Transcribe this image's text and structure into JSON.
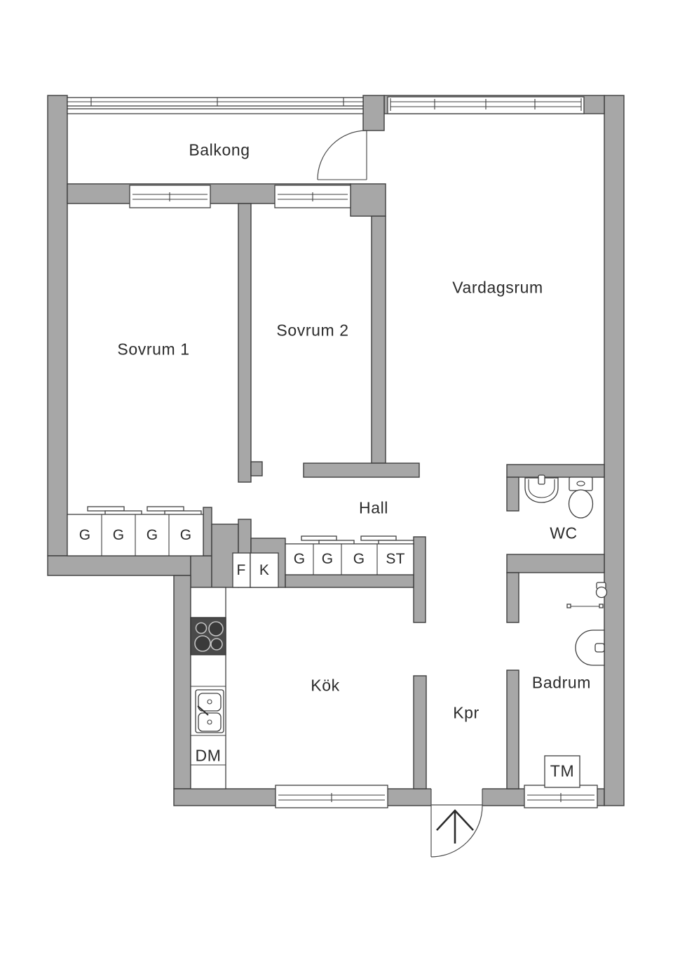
{
  "floorplan": {
    "rooms": {
      "balkong": "Balkong",
      "sovrum1": "Sovrum 1",
      "sovrum2": "Sovrum 2",
      "vardagsrum": "Vardagsrum",
      "hall": "Hall",
      "wc": "WC",
      "kok": "Kök",
      "kpr": "Kpr",
      "badrum": "Badrum"
    },
    "units": {
      "wardrobe": "G",
      "storage": "ST",
      "freezer": "F",
      "fridge": "K",
      "dishwasher": "DM",
      "washing_machine": "TM"
    },
    "colors": {
      "wall": "#a7a7a7",
      "wall_outline": "#3e3e3e",
      "stove": "#4a4a4a",
      "background": "#ffffff",
      "text": "#2b2b2b"
    }
  }
}
